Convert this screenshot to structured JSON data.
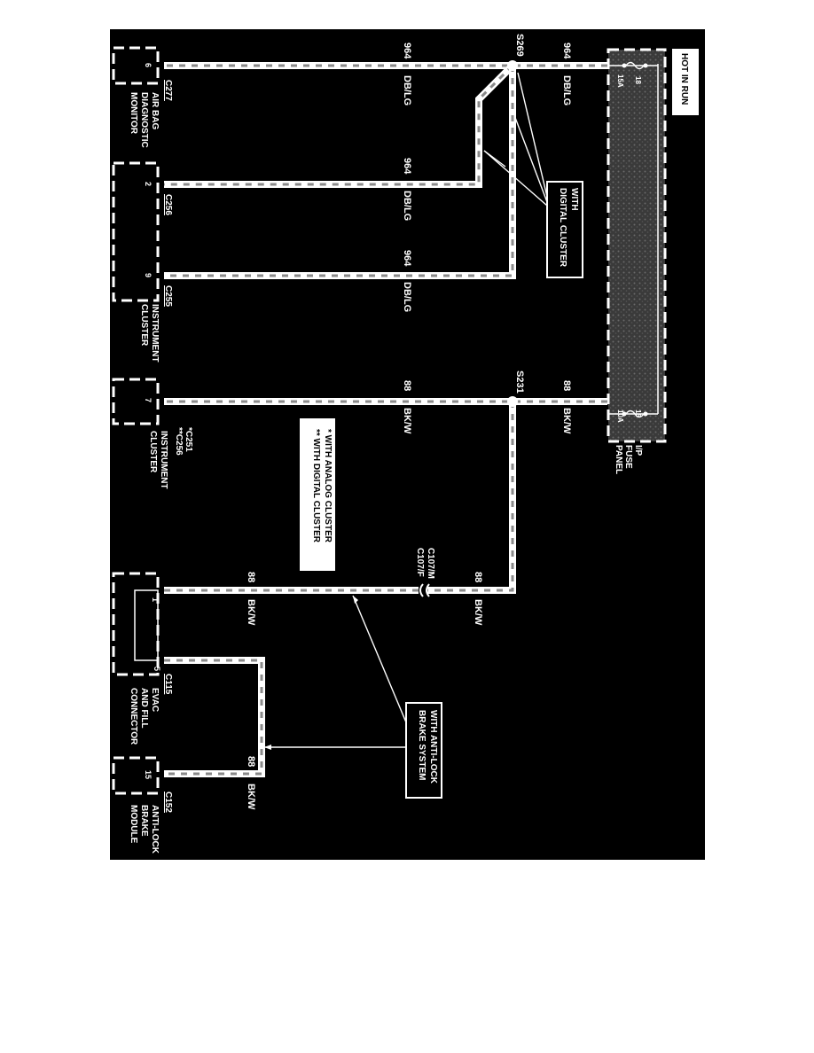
{
  "header": {
    "hot_in_run": "HOT IN RUN"
  },
  "fuse_panel": {
    "label_lines": [
      "I/P",
      "FUSE",
      "PANEL"
    ],
    "fuse1": {
      "number": "18",
      "rating": "15A"
    },
    "fuse2": {
      "number": "15",
      "rating": "10A"
    }
  },
  "splices": {
    "s269": "S269",
    "s231": "S231"
  },
  "circuits": {
    "c964": {
      "number": "964",
      "color": "DB/LG"
    },
    "c88": {
      "number": "88",
      "color": "BK/W"
    }
  },
  "callouts": {
    "digital_cluster": [
      "WITH",
      "DIGITAL CLUSTER"
    ],
    "abs": [
      "WITH ANTI-LOCK",
      "BRAKE SYSTEM"
    ],
    "legend": [
      "* WITH ANALOG CLUSTER",
      "** WITH DIGITAL CLUSTER"
    ]
  },
  "inline_connector": {
    "male": "C107/M",
    "female": "C107/F"
  },
  "components": {
    "airbag": {
      "pin": "6",
      "connector": "C277",
      "name_lines": [
        "AIR BAG",
        "DIAGNOSTIC",
        "MONITOR"
      ]
    },
    "cluster_digital": {
      "pin_a": "2",
      "connector_a": "C256",
      "pin_b": "9",
      "connector_b": "C255",
      "name_lines": [
        "INSTRUMENT",
        "CLUSTER"
      ]
    },
    "cluster_analog": {
      "pin": "7",
      "connector_a": "*C251",
      "connector_b": "**C256",
      "name_lines": [
        "INSTRUMENT",
        "CLUSTER"
      ]
    },
    "evac": {
      "pin_a": "1",
      "pin_b": "5",
      "connector": "C115",
      "name_lines": [
        "EVAC",
        "AND FILL",
        "CONNECTOR"
      ]
    },
    "abs_module": {
      "pin": "15",
      "connector": "C152",
      "name_lines": [
        "ANTI-LOCK",
        "BRAKE",
        "MODULE"
      ]
    }
  },
  "colors": {
    "background": "#000000",
    "wire": "#ffffff",
    "wire_fill": "#8a8a8a",
    "fuse_panel_fill": "#4a4a4a"
  }
}
